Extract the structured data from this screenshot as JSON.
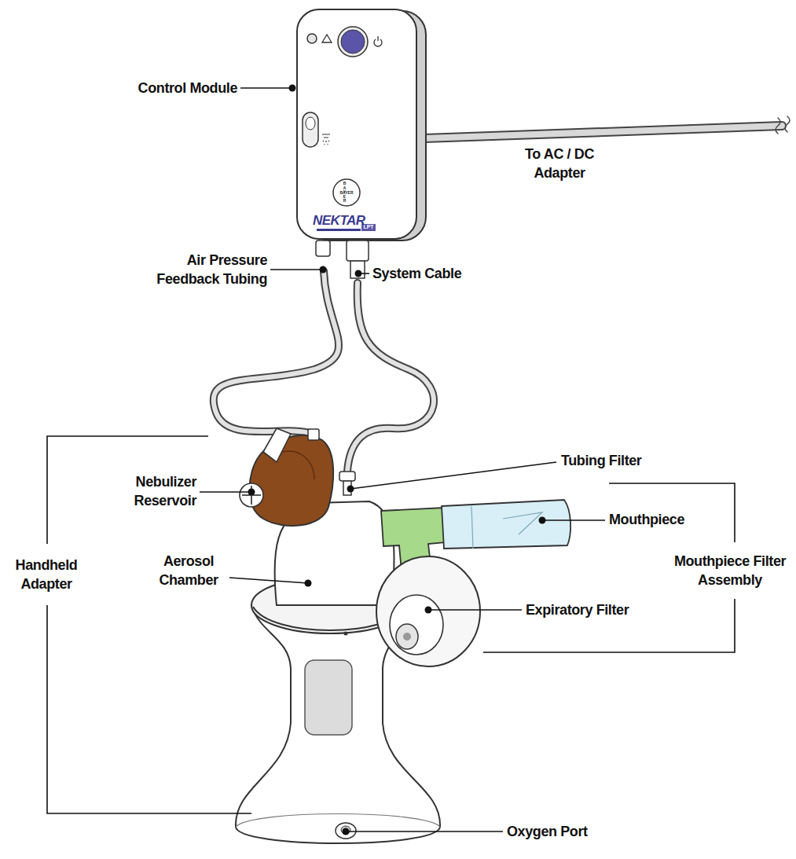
{
  "diagram": {
    "labels": [
      "Control Module",
      "To AC / DC Adapter",
      "BAYER",
      "BAYER",
      "NEKTAR",
      "LPT",
      "Air Pressure Feedback Tubing",
      "System Cable",
      "Tubing Filter",
      "Nebulizer Reservoir",
      "Mouthpiece",
      "Aerosol Chamber",
      "Mouthpiece Filter Assembly",
      "Expiratory Filter",
      "Handheld Adapter",
      "Oxygen Port"
    ]
  }
}
